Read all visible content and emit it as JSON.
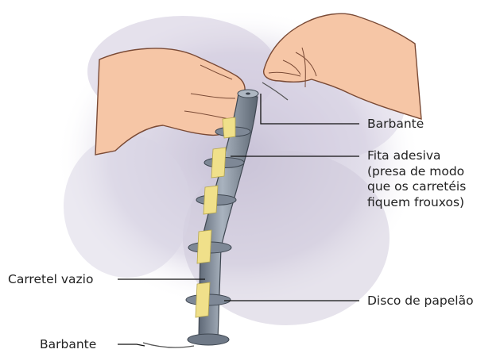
{
  "labels": {
    "barbante_top": "Barbante",
    "fita_adesiva": [
      "Fita adesiva",
      "(presa de modo",
      "que os carretéis",
      "fiquem frouxos)"
    ],
    "carretel_vazio": "Carretel vazio",
    "disco_papelao": "Disco de papelão",
    "barbante_bottom": "Barbante"
  },
  "colors": {
    "background": "#ffffff",
    "cloud": "#c9c3d8",
    "skin": "#f6c6a6",
    "skin_line": "#7a4a35",
    "spool": "#8d98a6",
    "spool_dark": "#56606d",
    "tape": "#f0e08a",
    "text": "#222222"
  }
}
